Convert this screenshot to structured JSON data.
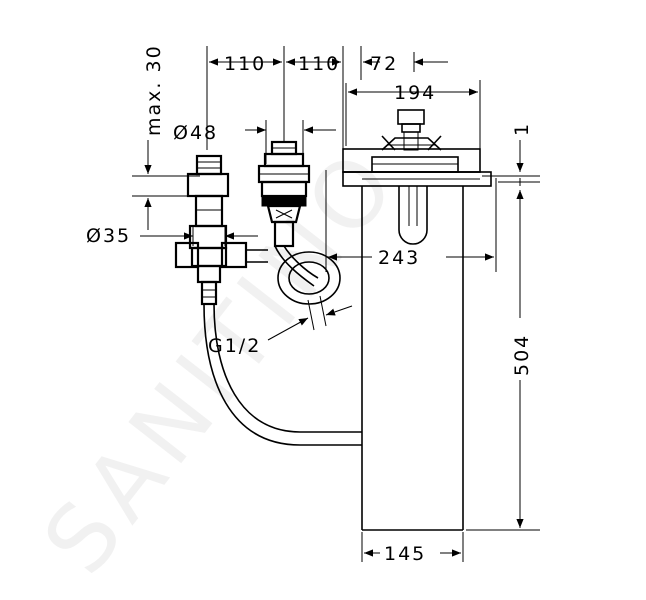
{
  "dimensions": {
    "d110_left": "110",
    "d110_right": "110",
    "d72": "72",
    "d194": "194",
    "max30": "max. 30",
    "d48": "Ø48",
    "d1": "1",
    "d35": "Ø35",
    "d243": "243",
    "g12": "G1/2",
    "d504": "504",
    "d145": "145"
  },
  "watermark": "SANITINO"
}
